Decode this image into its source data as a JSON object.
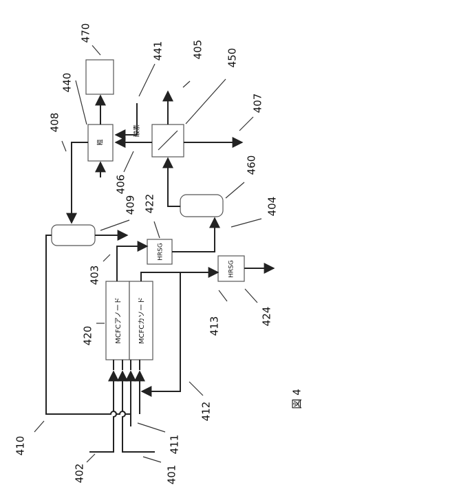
{
  "figure_caption": "図 4",
  "blocks": {
    "anode": "MCFCアノード",
    "cathode": "MCFCカソード",
    "hrsg_1": "HRSG",
    "hrsg_2": "HRSG",
    "unit_440": "粗",
    "oxygen": "酸素"
  },
  "labels": {
    "r401": "401",
    "r402": "402",
    "r403": "403",
    "r404": "404",
    "r405": "405",
    "r406": "406",
    "r407": "407",
    "r408": "408",
    "r409": "409",
    "r410": "410",
    "r411": "411",
    "r412": "412",
    "r413": "413",
    "r420": "420",
    "r422": "422",
    "r424": "424",
    "r440": "440",
    "r441": "441",
    "r450": "450",
    "r460": "460",
    "r470": "470"
  }
}
